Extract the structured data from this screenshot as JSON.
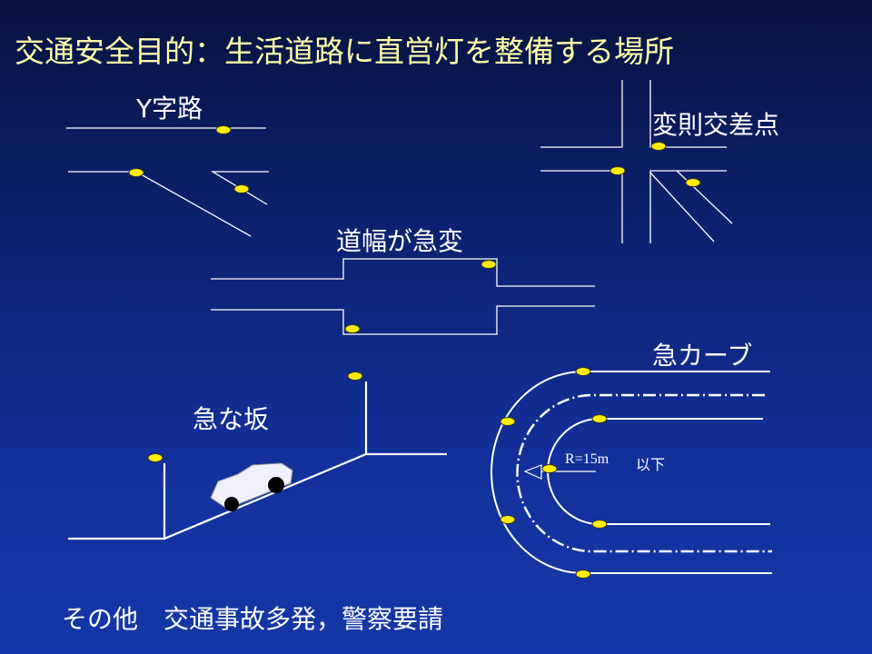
{
  "title": "交通安全目的：生活道路に直営灯を整備する場所",
  "labels": {
    "y_junction": "Y字路",
    "irregular_intersection": "変則交差点",
    "road_width_change": "道幅が急変",
    "sharp_curve": "急カーブ",
    "steep_slope": "急な坂",
    "radius": "R=15m",
    "radius_suffix": "以下"
  },
  "footer": "その他　交通事故多発，警察要請",
  "colors": {
    "lamp": "#ffee00",
    "road_line": "#ffffff",
    "title": "#ffffa8"
  }
}
